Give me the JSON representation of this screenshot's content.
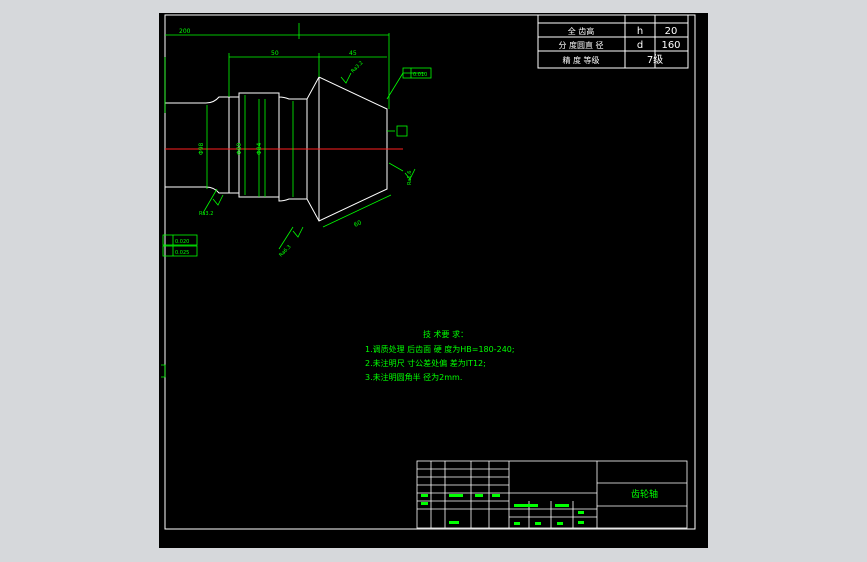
{
  "params_table": {
    "rows": [
      {
        "name": "全 齿高",
        "symbol": "h",
        "value": "20"
      },
      {
        "name": "分 度圆直 径",
        "symbol": "d",
        "value": "160"
      },
      {
        "name": "精 度 等级",
        "symbol": "",
        "value": "7级"
      }
    ]
  },
  "tech_requirements": {
    "heading": "技 术要 求：",
    "items": [
      "1.调质处理 后齿面 硬 度为HB=180-240;",
      "2.未注明尺 寸公差处偏 差为IT12;",
      "3.未注明圆角半 径为2mm."
    ]
  },
  "title_block": {
    "part_name": "齿轮轴"
  },
  "dimensions": {
    "top_left": "200",
    "len_50": "50",
    "len_45": "45",
    "len_60": "60",
    "dia_98": "Φ98",
    "dia_89": "Φ89",
    "dia_84": "Φ84"
  },
  "surface_marks": {
    "a": "Ra3.2",
    "b": "Ra1.6",
    "c": "Ra6.3"
  },
  "tolerance_boxes": {
    "box1": "0.020",
    "box2": "0.025",
    "tol_top": "0.010"
  },
  "colors": {
    "line": "#00ff00",
    "white": "#ffffff",
    "center": "#ff2020",
    "background": "#000000",
    "frame": "#d6d8db"
  }
}
